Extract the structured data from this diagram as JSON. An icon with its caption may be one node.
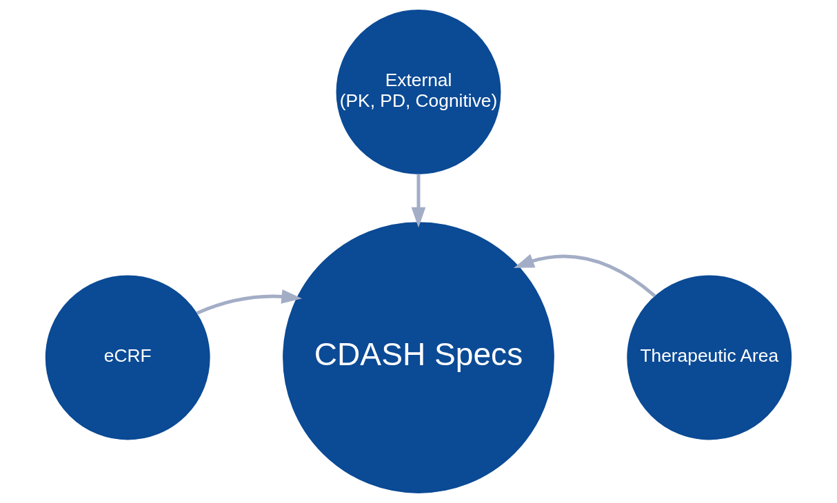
{
  "diagram": {
    "nodes": [
      {
        "text": [
          "External",
          "(PK, PD, Cognitive)"
        ]
      },
      {
        "text": [
          "eCRF"
        ]
      },
      {
        "text": [
          "Therapeutic Area"
        ]
      },
      {
        "text": [
          "CDASH Specs"
        ]
      }
    ],
    "edges": [
      {
        "from": 0,
        "to": 3,
        "arrow": "to"
      },
      {
        "from": 1,
        "to": 3,
        "arrow": "to"
      },
      {
        "from": 2,
        "to": 3,
        "arrow": "to"
      }
    ]
  }
}
